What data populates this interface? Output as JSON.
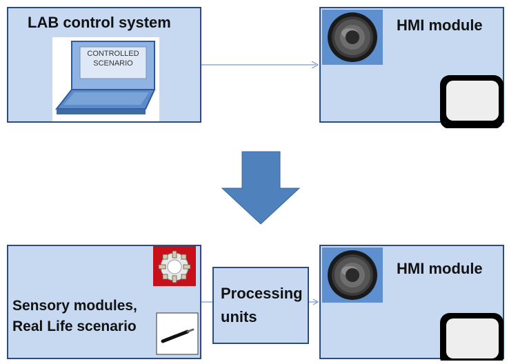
{
  "top": {
    "lab_box": {
      "title": "LAB control system",
      "screen_text": "CONTROLLED\nSCENARIO"
    },
    "hmi_box": {
      "title": "HMI module"
    }
  },
  "bottom": {
    "sensory_box": {
      "caption": "Sensory modules,\nReal Life scenario"
    },
    "processing_box": {
      "caption": "Processing\nunits"
    },
    "hmi_box": {
      "title": "HMI module"
    }
  },
  "icons": {
    "laptop": "laptop-icon",
    "speaker": "speaker-icon",
    "display": "display-screen-icon",
    "sensor_board": "sensor-board-icon",
    "sensor_probe": "sensor-probe-icon",
    "flow_arrow": "down-arrow-icon"
  },
  "colors": {
    "box_fill": "#c6d9f1",
    "box_border": "#2c4a7c",
    "arrow": "#4f81bd",
    "connector": "#4f81bd"
  }
}
